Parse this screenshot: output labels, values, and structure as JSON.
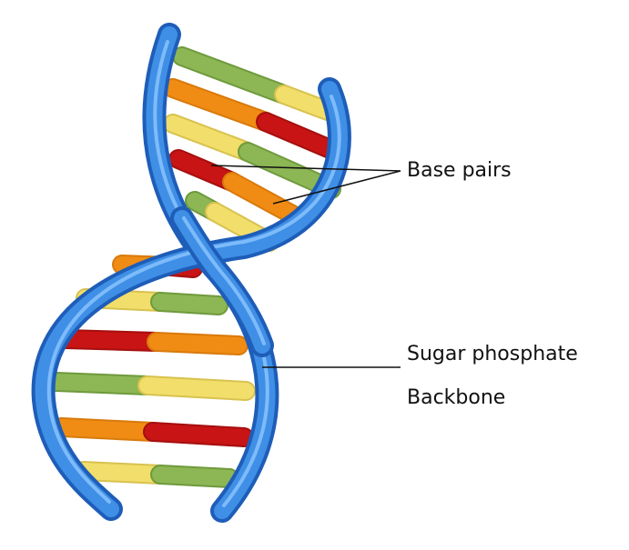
{
  "labels": {
    "base_pairs": "Base pairs",
    "backbone_line1": "Sugar phosphate",
    "backbone_line2": "Backbone"
  },
  "colors": {
    "backbone_outer": "#1E5DB8",
    "backbone_inner": "#3F8FE6",
    "backbone_highlight": "#8EC6FF",
    "base_green": "#8DB655",
    "base_yellow": "#F2DE6A",
    "base_orange": "#F08C14",
    "base_red": "#C81414",
    "label_text": "#111111"
  }
}
